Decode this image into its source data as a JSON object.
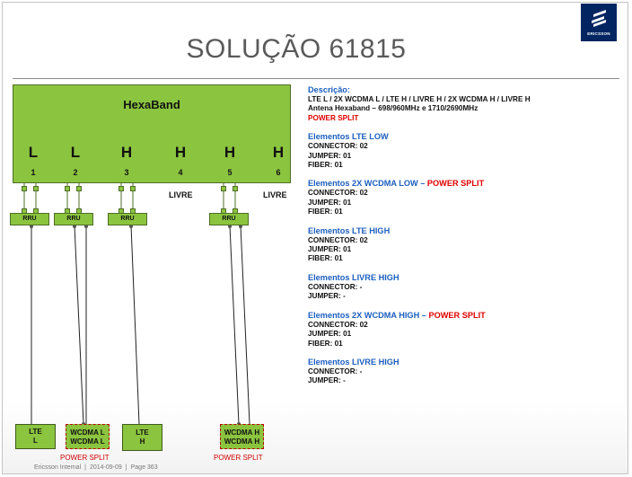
{
  "logo": {
    "text": "ERICSSON"
  },
  "title": "SOLUÇÃO 61815",
  "hexaband": {
    "title": "HexaBand",
    "bands": [
      {
        "letter": "L",
        "number": "1"
      },
      {
        "letter": "L",
        "number": "2"
      },
      {
        "letter": "H",
        "number": "3"
      },
      {
        "letter": "H",
        "number": "4"
      },
      {
        "letter": "H",
        "number": "5"
      },
      {
        "letter": "H",
        "number": "6"
      }
    ],
    "livre_labels": [
      "LIVRE",
      "LIVRE"
    ]
  },
  "rru_label": "RRU",
  "antennas": [
    {
      "line1": "LTE",
      "line2": "L"
    },
    {
      "line1": "WCDMA L",
      "line2": "WCDMA L"
    },
    {
      "line1": "LTE",
      "line2": "H"
    },
    {
      "line1": "WCDMA H",
      "line2": "WCDMA H"
    }
  ],
  "power_split_label": "POWER SPLIT",
  "description": {
    "heading": "Descrição:",
    "line1": "LTE L / 2X WCDMA L / LTE H / LIVRE H / 2X WCDMA H / LIVRE H",
    "line2": "Antena Hexaband – 698/960MHz  e  1710/2690MHz",
    "line3": "POWER SPLIT"
  },
  "elements": [
    {
      "title": "Elementos LTE LOW",
      "suffix_sep": "",
      "suffix": "",
      "lines": [
        "CONNECTOR: 02",
        "JUMPER: 01",
        "FIBER: 01"
      ]
    },
    {
      "title": "Elementos 2X WCDMA LOW",
      "suffix_sep": " – ",
      "suffix": "POWER SPLIT",
      "lines": [
        "CONNECTOR: 02",
        "JUMPER: 01",
        "FIBER: 01"
      ]
    },
    {
      "title": "Elementos LTE HIGH",
      "suffix_sep": "",
      "suffix": "",
      "lines": [
        "CONNECTOR: 02",
        "JUMPER: 01",
        "FIBER: 01"
      ]
    },
    {
      "title": "Elementos LIVRE HIGH",
      "suffix_sep": "",
      "suffix": "",
      "lines": [
        "CONNECTOR: -",
        "JUMPER: -"
      ]
    },
    {
      "title": "Elementos 2X WCDMA HIGH",
      "suffix_sep": " – ",
      "suffix": "POWER SPLIT",
      "lines": [
        "CONNECTOR: 02",
        "JUMPER: 01",
        "FIBER: 01"
      ]
    },
    {
      "title": "Elementos LIVRE HIGH",
      "suffix_sep": "",
      "suffix": "",
      "lines": [
        "CONNECTOR: -",
        "JUMPER: -"
      ]
    }
  ],
  "footer": {
    "org": "Ericsson Internal",
    "date": "2014-09-09",
    "page": "Page 363"
  }
}
